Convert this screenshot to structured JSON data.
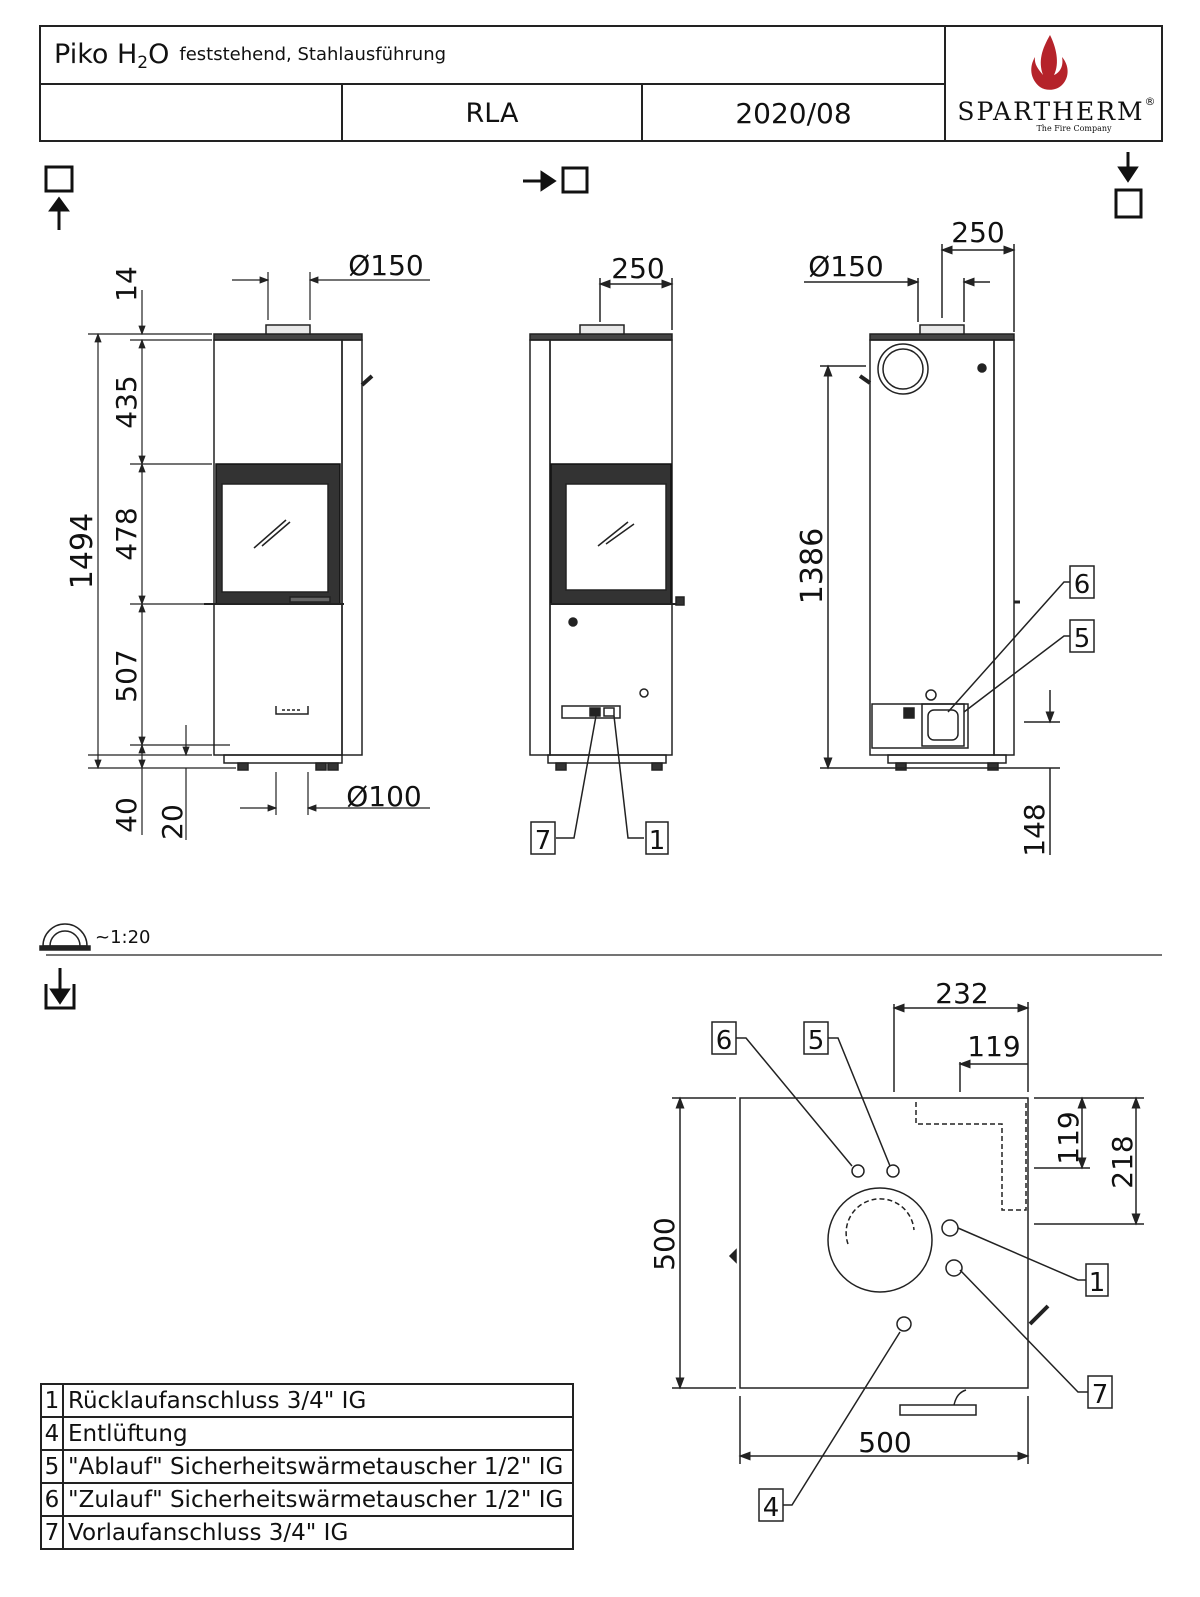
{
  "header": {
    "product_name": "Piko H",
    "product_sub": "2",
    "product_suffix": "O",
    "product_variant": "feststehend, Stahlausführung",
    "model_code": "RLA",
    "date": "2020/08",
    "brand": "SPARTHERM",
    "brand_reg": "®",
    "brand_tagline": "The Fire Company",
    "brand_color": "#b5232a"
  },
  "front_view": {
    "dims": {
      "total_height": "1494",
      "top": "14",
      "upper": "435",
      "window": "478",
      "lower": "507",
      "foot": "40",
      "plinth": "20",
      "flue_top": "Ø150",
      "air_bottom": "Ø100"
    }
  },
  "side_view": {
    "dims": {
      "width": "250"
    },
    "callouts": [
      "7",
      "1"
    ]
  },
  "back_view": {
    "dims": {
      "flue_height": "1386",
      "flue_dia": "Ø150",
      "offset": "250",
      "base_height": "148"
    },
    "callouts": [
      "6",
      "5"
    ]
  },
  "scale": {
    "label": "~1:20"
  },
  "top_view": {
    "dims": {
      "w1": "232",
      "w2": "119",
      "h1": "119",
      "h2": "218",
      "depth": "500",
      "width": "500"
    },
    "callouts": [
      "6",
      "5",
      "1",
      "7",
      "4"
    ]
  },
  "legend": [
    {
      "num": "1",
      "text": "Rücklaufanschluss 3/4\" IG"
    },
    {
      "num": "4",
      "text": "Entlüftung"
    },
    {
      "num": "5",
      "text": "\"Ablauf\" Sicherheitswärmetauscher 1/2\" IG"
    },
    {
      "num": "6",
      "text": "\"Zulauf\" Sicherheitswärmetauscher 1/2\" IG"
    },
    {
      "num": "7",
      "text": "Vorlaufanschluss 3/4\" IG"
    }
  ]
}
